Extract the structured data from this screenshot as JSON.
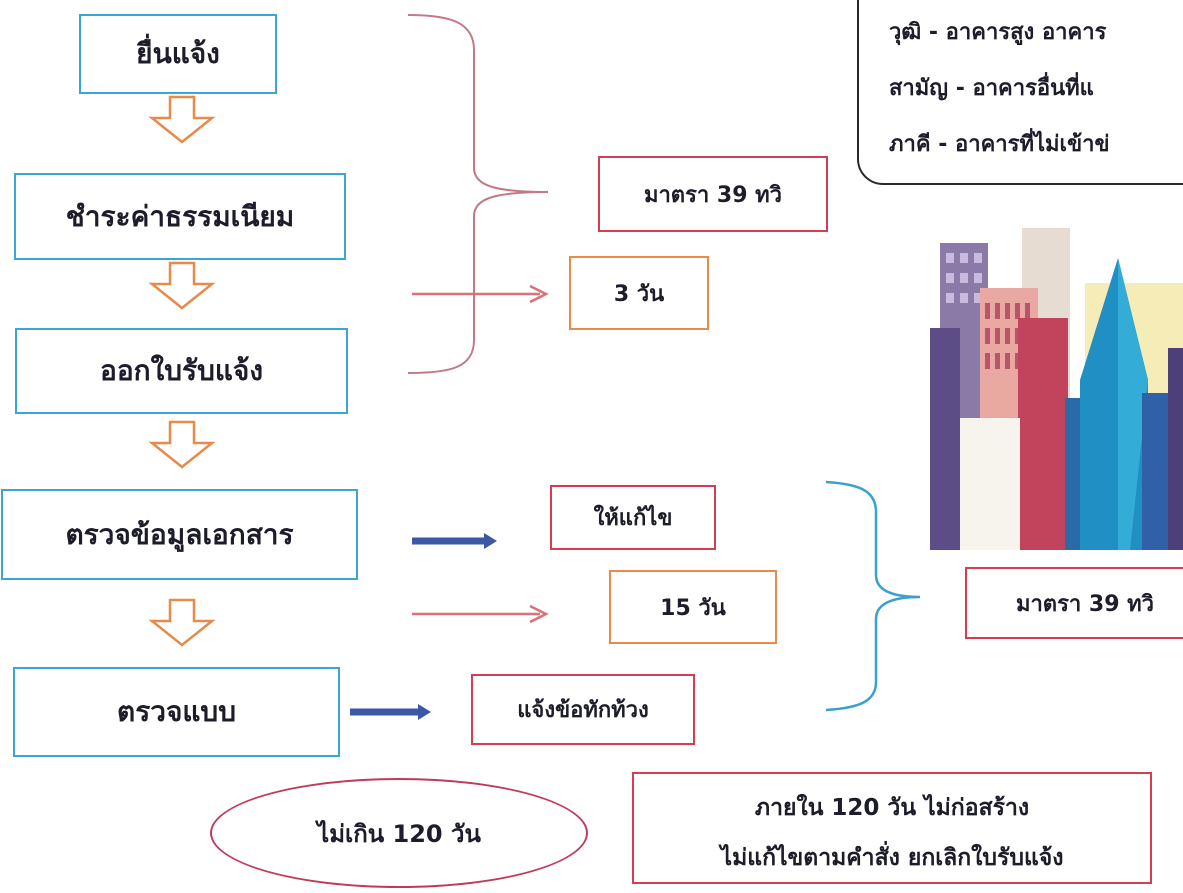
{
  "steps": [
    {
      "label": "ยื่นแจ้ง"
    },
    {
      "label": "ชำระค่าธรรมเนียม"
    },
    {
      "label": "ออกใบรับแจ้ง"
    },
    {
      "label": "ตรวจข้อมูลเอกสาร"
    },
    {
      "label": "ตรวจแบบ"
    }
  ],
  "side_boxes": {
    "law_top": "มาตรา 39 ทวิ",
    "days_3": "3 วัน",
    "fix": "ให้แก้ไข",
    "days_15": "15 วัน",
    "objection": "แจ้งข้อทักท้วง",
    "law_right": "มาตรา 39 ทวิ"
  },
  "info_box": {
    "line1": "วุฒิ - อาคารสูง อาคาร",
    "line2": "สามัญ - อาคารอื่นที่แ",
    "line3": "ภาคี - อาคารที่ไม่เข้าข่"
  },
  "oval_text": "ไม่เกิน 120 วัน",
  "note": {
    "line1": "ภายใน 120 วัน ไม่ก่อสร้าง",
    "line2": "ไม่แก้ไขตามคำสั่ง ยกเลิกใบรับแจ้ง"
  },
  "colors": {
    "step_border": "#3aa6d6",
    "side_border_red": "#d43d52",
    "side_border_orange": "#e88a4a",
    "down_arrow": "#e88a4a",
    "blue_arrow": "#3b57a6",
    "red_arrow": "#d9707a"
  }
}
